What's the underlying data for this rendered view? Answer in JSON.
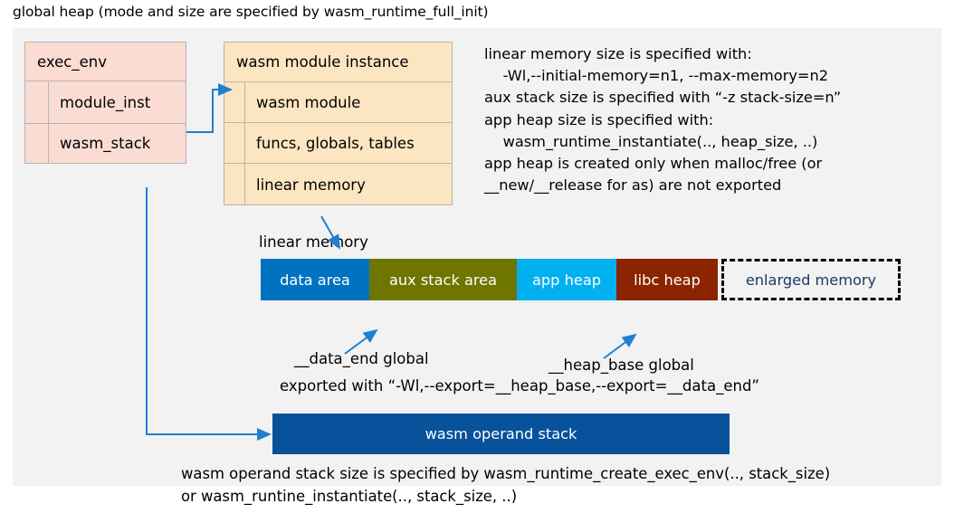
{
  "title": "global heap (mode and size are specified by wasm_runtime_full_init)",
  "colors": {
    "panel_bg": "#f2f2f2",
    "exec_env_fill": "#fadcd2",
    "module_instance_fill": "#fce5c1",
    "data_area": "#0072c0",
    "aux_stack_area": "#6e7500",
    "app_heap": "#00b0f0",
    "libc_heap": "#8b2500",
    "enlarged_memory_border": "#000000",
    "enlarged_memory_text": "#1f3864",
    "operand_stack": "#08529c",
    "connector": "#1f7fd0"
  },
  "exec_env": {
    "header": "exec_env",
    "fields": [
      {
        "label": "module_inst"
      },
      {
        "label": "wasm_stack"
      }
    ]
  },
  "wasm_module_instance": {
    "header": "wasm module instance",
    "fields": [
      {
        "label": "wasm module"
      },
      {
        "label": "funcs, globals, tables"
      },
      {
        "label": "linear memory"
      }
    ]
  },
  "notes": {
    "linear_memory_block": "linear memory size is specified with:\n    -Wl,--initial-memory=n1, --max-memory=n2\naux stack size is specified with “-z stack-size=n”\napp heap size is specified with:\n    wasm_runtime_instantiate(.., heap_size, ..)\napp heap is created only when malloc/free (or\n__new/__release for as) are not exported",
    "data_end": "__data_end global",
    "heap_base": "__heap_base global",
    "export": "exported with “-Wl,--export=__heap_base,--export=__data_end”",
    "operand_stack_block": "wasm operand stack size is specified by wasm_runtime_create_exec_env(.., stack_size)\nor wasm_runtine_instantiate(.., stack_size, ..)"
  },
  "linear_memory": {
    "caption": "linear memory",
    "segments": [
      {
        "label": "data area",
        "color": "#0072c0",
        "width": 120
      },
      {
        "label": "aux stack area",
        "color": "#6e7500",
        "width": 163
      },
      {
        "label": "app heap",
        "color": "#00b0f0",
        "width": 110
      },
      {
        "label": "libc heap",
        "color": "#8b2500",
        "width": 112
      },
      {
        "label": "enlarged memory",
        "color": "transparent",
        "width": 198,
        "dashed": true
      }
    ]
  },
  "operand_stack": {
    "label": "wasm operand stack"
  }
}
